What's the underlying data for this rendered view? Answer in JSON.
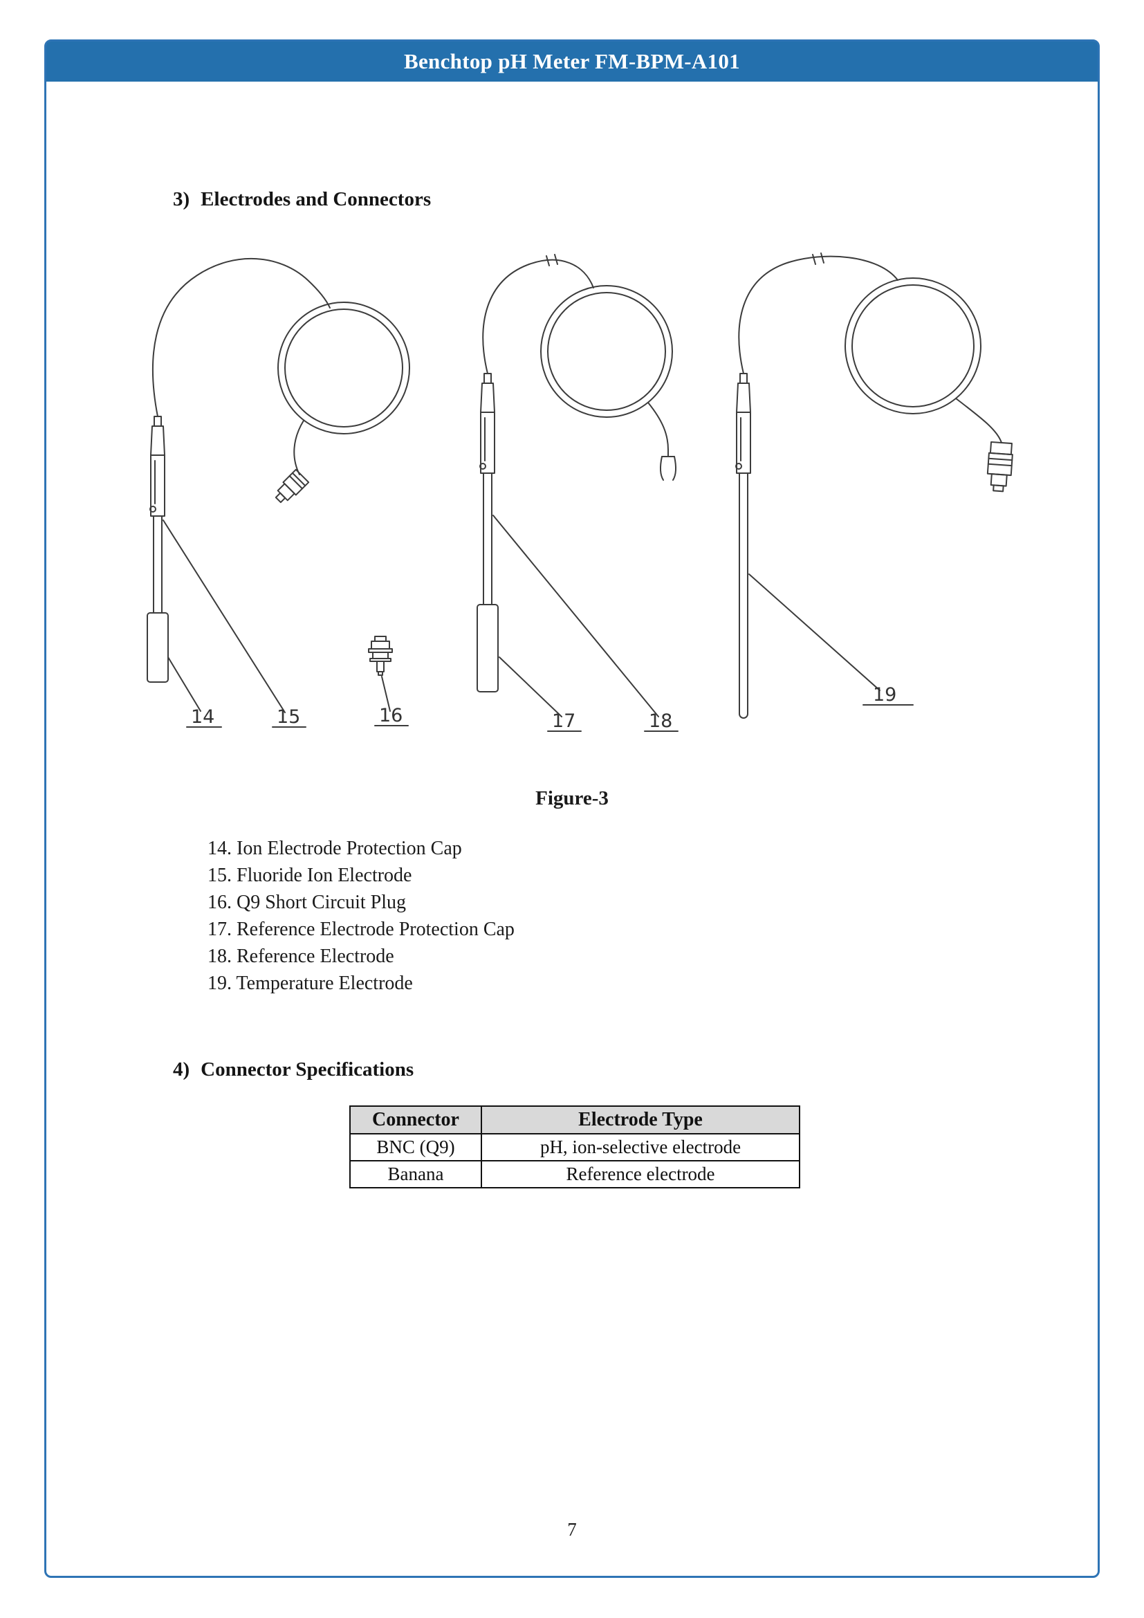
{
  "page": {
    "header_title": "Benchtop pH Meter FM-BPM-A101",
    "page_number": "7"
  },
  "section3": {
    "heading_number": "3)",
    "heading": "Electrodes and Connectors",
    "figure_caption": "Figure-3",
    "figure_labels": [
      "14",
      "15",
      "16",
      "17",
      "18",
      "19"
    ],
    "legend": [
      "14. Ion Electrode Protection Cap",
      "15. Fluoride Ion Electrode",
      "16. Q9 Short Circuit Plug",
      "17. Reference Electrode Protection Cap",
      "18. Reference Electrode",
      "19. Temperature Electrode"
    ]
  },
  "section4": {
    "heading_number": "4)",
    "heading": "Connector Specifications",
    "table": {
      "headers": [
        "Connector",
        "Electrode Type"
      ],
      "rows": [
        [
          "BNC (Q9)",
          "pH, ion-selective electrode"
        ],
        [
          "Banana",
          "Reference electrode"
        ]
      ]
    }
  },
  "colors": {
    "header_blue": "#2470ad",
    "border_blue": "#2e74b5",
    "table_header_bg": "#d9d9d9"
  }
}
